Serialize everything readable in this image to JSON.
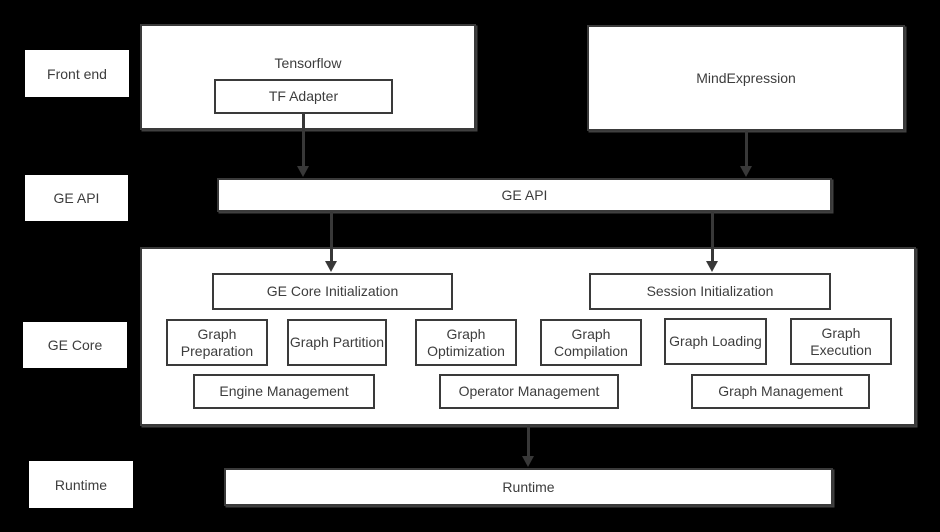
{
  "colors": {
    "background": "#000000",
    "box_fill": "#ffffff",
    "box_border": "#3a3a3a",
    "text": "#3d3d3d",
    "arrow": "#383838"
  },
  "row_labels": {
    "front_end": "Front end",
    "ge_api": "GE API",
    "ge_core": "GE Core",
    "runtime": "Runtime"
  },
  "front_end": {
    "tensorflow_label": "Tensorflow",
    "tf_adapter_label": "TF Adapter",
    "mindexpression_label": "MindExpression"
  },
  "ge_api": {
    "bar_label": "GE API"
  },
  "ge_core": {
    "initialization_label": "GE Core Initialization",
    "session_label": "Session Initialization",
    "function_boxes": [
      "Graph Preparation",
      "Graph Partition",
      "Graph Optimization",
      "Graph Compilation",
      "Graph Loading",
      "Graph Execution"
    ],
    "management_boxes": [
      "Engine Management",
      "Operator Management",
      "Graph Management"
    ]
  },
  "runtime": {
    "bar_label": "Runtime"
  },
  "connections": [
    {
      "from": "TF Adapter",
      "to": "GE API"
    },
    {
      "from": "MindExpression",
      "to": "GE API"
    },
    {
      "from": "GE API",
      "to": "GE Core Initialization"
    },
    {
      "from": "GE API",
      "to": "Session Initialization"
    },
    {
      "from": "GE Core",
      "to": "Runtime"
    }
  ]
}
